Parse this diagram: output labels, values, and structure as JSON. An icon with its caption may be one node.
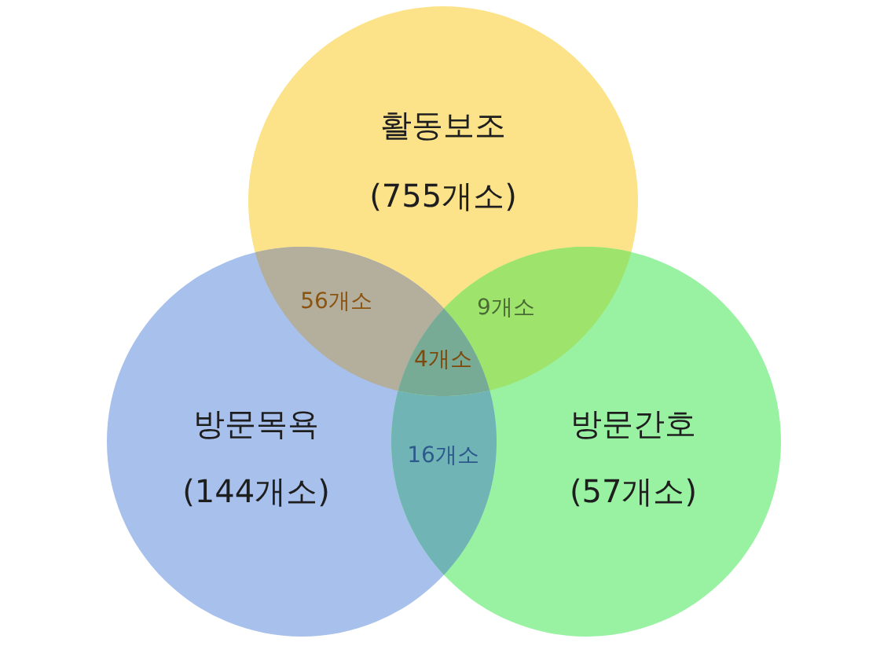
{
  "diagram": {
    "nodes": [
      {
        "text": [
          "활동보조",
          "(755개소)"
        ]
      },
      {
        "text": [
          "방문목욕",
          "(144개소)"
        ]
      },
      {
        "text": [
          "방문간호",
          "(57개소)"
        ]
      }
    ],
    "labels": [
      "56개소",
      "9개소",
      "4개소",
      "16개소"
    ]
  }
}
